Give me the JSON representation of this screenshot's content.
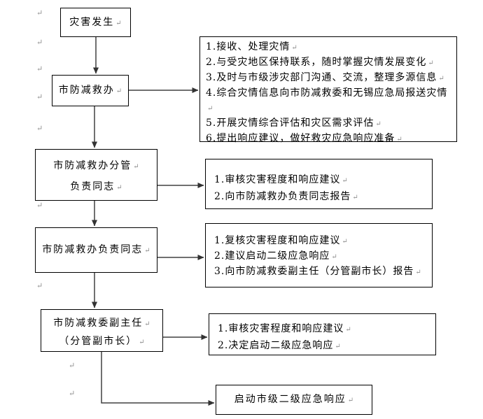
{
  "glyphs": {
    "return_mark": "↵"
  },
  "nodes": {
    "start": {
      "label": "灾害发生"
    },
    "office": {
      "label": "市防减救办"
    },
    "deputy": {
      "line1": "市防减救办分管",
      "line2": "负责同志"
    },
    "lead": {
      "label": "市防减救办负责同志"
    },
    "vice": {
      "line1": "市防减救委副主任",
      "line2": "（分管副市长）"
    },
    "activate": {
      "label": "启动市级二级应急响应"
    }
  },
  "details": {
    "office_tasks": {
      "lines": [
        "1.接收、处理灾情",
        "2.与受灾地区保持联系，随时掌握灾情发展变化",
        "3.及时与市级涉灾部门沟通、交流，整理多源信息",
        "4.综合灾情信息向市防减救委和无锡应急局报送灾情",
        "5.开展灾情综合评估和灾区需求评估",
        "6.提出响应建议，做好救灾应急响应准备"
      ]
    },
    "deputy_tasks": {
      "lines": [
        "1.审核灾害程度和响应建议",
        "2.向市防减救办负责同志报告"
      ]
    },
    "lead_tasks": {
      "lines": [
        "1.复核灾害程度和响应建议",
        "2.建议启动二级应急响应",
        "3.向市防减救委副主任（分管副市长）报告"
      ]
    },
    "vice_tasks": {
      "lines": [
        "1.审核灾害程度和响应建议",
        "2.决定启动二级应急响应"
      ]
    }
  },
  "colors": {
    "background": "#ffffff",
    "border": "#000000",
    "text": "#000000",
    "arrow": "#404040",
    "return_mark": "#909090"
  }
}
